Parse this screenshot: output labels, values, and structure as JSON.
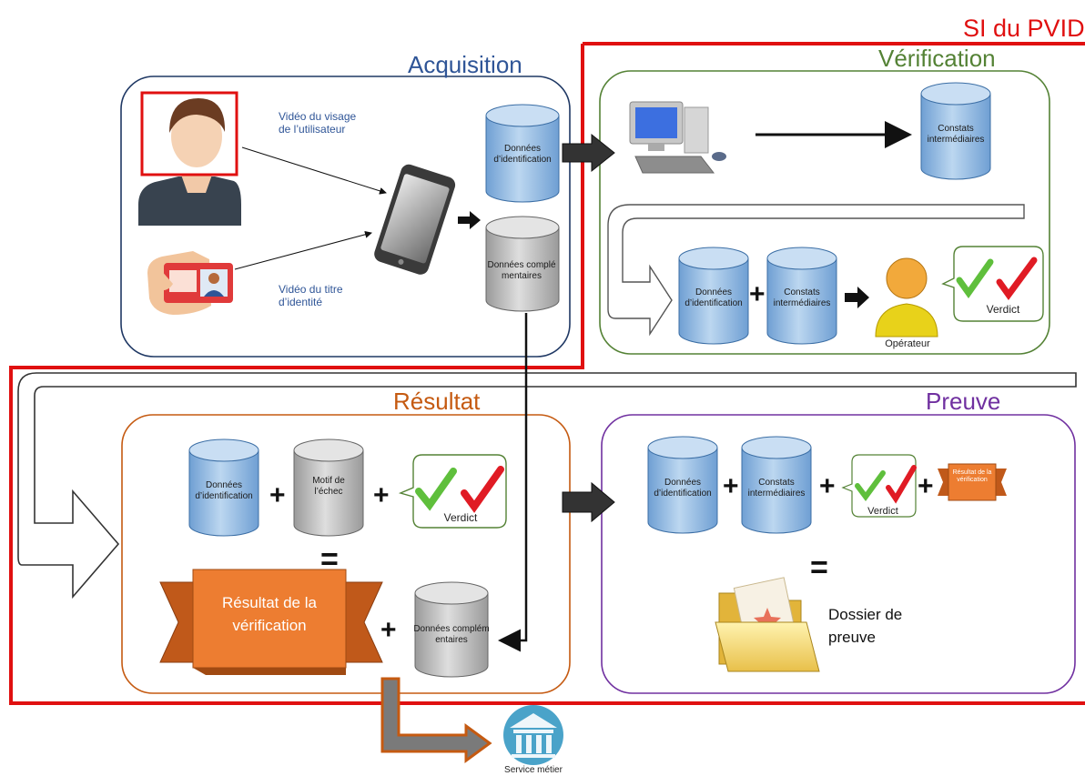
{
  "si_title": "SI du PVID",
  "colors": {
    "si_border": "#e01010",
    "acquisition": "#1f3864",
    "verification": "#548235",
    "resultat": "#c55a11",
    "preuve": "#7030a0",
    "cylinder_blue": "#9dc3e6",
    "cylinder_grey": "#c8c8c8",
    "banner_orange": "#ed7d31",
    "check_green": "#5fbf3c",
    "check_red": "#e01b24"
  },
  "acquisition": {
    "title": "Acquisition",
    "video_face": "Vidéo du visage de l’utilisateur",
    "video_id": "Vidéo du titre d’identité",
    "cyl_identification": "Données d’identification",
    "cyl_complementaires": "Données complémentaires"
  },
  "verification": {
    "title": "Vérification",
    "cyl_constats_top": "Constats intermédiaires",
    "cyl_identification": "Données d’identification",
    "cyl_constats": "Constats intermédiaires",
    "operator": "Opérateur",
    "verdict": "Verdict"
  },
  "resultat": {
    "title": "Résultat",
    "cyl_identification": "Données d’identification",
    "cyl_motif": "Motif de l’échec",
    "verdict": "Verdict",
    "banner": "Résultat de la vérification",
    "cyl_complementaires": "Données complémentaires"
  },
  "preuve": {
    "title": "Preuve",
    "cyl_identification": "Données d’identification",
    "cyl_constats": "Constats intermédiaires",
    "verdict": "Verdict",
    "mini_banner": "Résultat de la vérification",
    "dossier": "Dossier de preuve"
  },
  "service": "Service métier",
  "operators": {
    "plus": "+",
    "equals": "="
  }
}
